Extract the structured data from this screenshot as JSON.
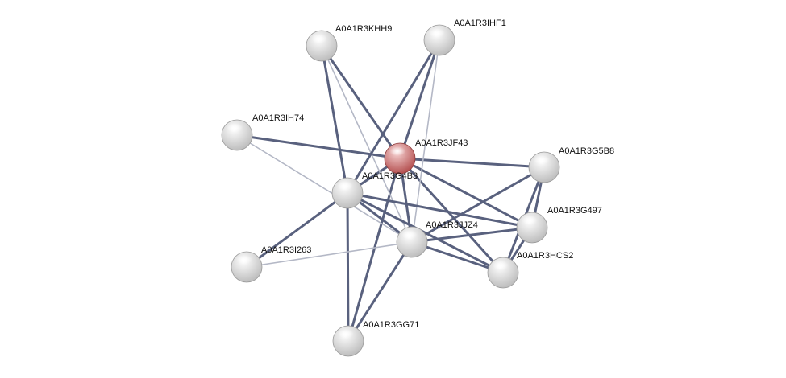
{
  "colors": {
    "edge_strong": "#59617e",
    "edge_light": "#b4b8c6",
    "node_query_light": "#f7d4d4",
    "node_query_dark": "#b04848",
    "node_light": "#ffffff",
    "node_dark": "#b9b9b9"
  },
  "network": {
    "nodes": [
      {
        "id": "A0A1R3JF43",
        "label": "A0A1R3JF43",
        "query": true
      },
      {
        "id": "A0A1R3KHH9",
        "label": "A0A1R3KHH9"
      },
      {
        "id": "A0A1R3IHF1",
        "label": "A0A1R3IHF1"
      },
      {
        "id": "A0A1R3IH74",
        "label": "A0A1R3IH74"
      },
      {
        "id": "A0A1R3G5B8",
        "label": "A0A1R3G5B8"
      },
      {
        "id": "A0A1R3G4B3",
        "label": "A0A1R3G4B3"
      },
      {
        "id": "A0A1R3G497",
        "label": "A0A1R3G497"
      },
      {
        "id": "A0A1R3JJZ4",
        "label": "A0A1R3JJZ4"
      },
      {
        "id": "A0A1R3HCS2",
        "label": "A0A1R3HCS2"
      },
      {
        "id": "A0A1R3I263",
        "label": "A0A1R3I263"
      },
      {
        "id": "A0A1R3GG71",
        "label": "A0A1R3GG71"
      }
    ],
    "edges": [
      {
        "source": "A0A1R3JF43",
        "target": "A0A1R3KHH9",
        "strength": "strong"
      },
      {
        "source": "A0A1R3JF43",
        "target": "A0A1R3IHF1",
        "strength": "strong"
      },
      {
        "source": "A0A1R3JF43",
        "target": "A0A1R3IH74",
        "strength": "strong"
      },
      {
        "source": "A0A1R3JF43",
        "target": "A0A1R3G5B8",
        "strength": "strong"
      },
      {
        "source": "A0A1R3JF43",
        "target": "A0A1R3G4B3",
        "strength": "strong"
      },
      {
        "source": "A0A1R3JF43",
        "target": "A0A1R3JJZ4",
        "strength": "strong"
      },
      {
        "source": "A0A1R3JF43",
        "target": "A0A1R3G497",
        "strength": "strong"
      },
      {
        "source": "A0A1R3JF43",
        "target": "A0A1R3HCS2",
        "strength": "strong"
      },
      {
        "source": "A0A1R3JF43",
        "target": "A0A1R3GG71",
        "strength": "strong"
      },
      {
        "source": "A0A1R3KHH9",
        "target": "A0A1R3G4B3",
        "strength": "strong"
      },
      {
        "source": "A0A1R3KHH9",
        "target": "A0A1R3JJZ4",
        "strength": "light"
      },
      {
        "source": "A0A1R3IHF1",
        "target": "A0A1R3G4B3",
        "strength": "strong"
      },
      {
        "source": "A0A1R3IHF1",
        "target": "A0A1R3JJZ4",
        "strength": "light"
      },
      {
        "source": "A0A1R3IH74",
        "target": "A0A1R3JJZ4",
        "strength": "light"
      },
      {
        "source": "A0A1R3G4B3",
        "target": "A0A1R3G497",
        "strength": "strong"
      },
      {
        "source": "A0A1R3G4B3",
        "target": "A0A1R3HCS2",
        "strength": "strong"
      },
      {
        "source": "A0A1R3G4B3",
        "target": "A0A1R3JJZ4",
        "strength": "strong"
      },
      {
        "source": "A0A1R3G4B3",
        "target": "A0A1R3I263",
        "strength": "strong"
      },
      {
        "source": "A0A1R3G4B3",
        "target": "A0A1R3GG71",
        "strength": "strong"
      },
      {
        "source": "A0A1R3G5B8",
        "target": "A0A1R3G497",
        "strength": "strong"
      },
      {
        "source": "A0A1R3G5B8",
        "target": "A0A1R3HCS2",
        "strength": "strong"
      },
      {
        "source": "A0A1R3G5B8",
        "target": "A0A1R3JJZ4",
        "strength": "strong"
      },
      {
        "source": "A0A1R3G497",
        "target": "A0A1R3JJZ4",
        "strength": "strong"
      },
      {
        "source": "A0A1R3G497",
        "target": "A0A1R3HCS2",
        "strength": "strong"
      },
      {
        "source": "A0A1R3JJZ4",
        "target": "A0A1R3HCS2",
        "strength": "strong"
      },
      {
        "source": "A0A1R3JJZ4",
        "target": "A0A1R3GG71",
        "strength": "strong"
      },
      {
        "source": "A0A1R3JJZ4",
        "target": "A0A1R3I263",
        "strength": "light"
      }
    ]
  }
}
